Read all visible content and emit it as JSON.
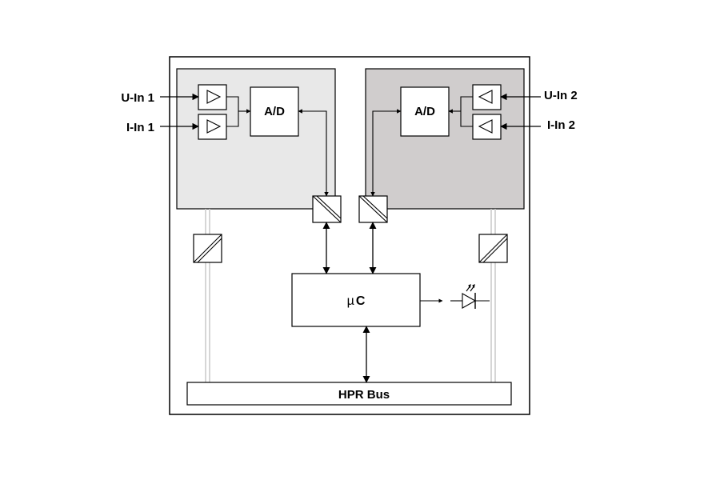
{
  "inputs_left": [
    {
      "label": "U-In 1"
    },
    {
      "label": "I-In 1"
    }
  ],
  "inputs_right": [
    {
      "label": "U-In 2"
    },
    {
      "label": "I-In 2"
    }
  ],
  "blocks": {
    "adc_left": "A/D",
    "adc_right": "A/D",
    "microcontroller_mu": "µ",
    "microcontroller_c": "C",
    "bus": "HPR Bus"
  },
  "colors": {
    "channel_1_fill": "#e8e8e8",
    "channel_2_fill": "#d0cdcd",
    "isolation_line": "#c8c8c8",
    "stroke": "#000000"
  },
  "icons": [
    "amplifier-icon",
    "isolation-coupler-icon",
    "led-diode-icon"
  ]
}
